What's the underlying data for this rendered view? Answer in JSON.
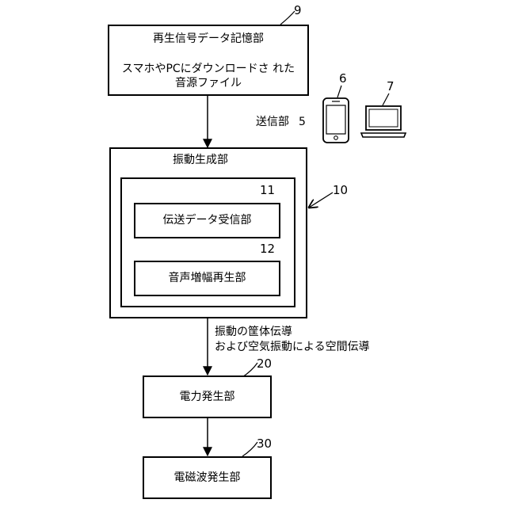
{
  "storage_box": {
    "title": "再生信号データ記憶部",
    "desc_line1": "スマホやPCにダウンロードさ れた",
    "desc_line2": "音源ファイル",
    "ref": "9"
  },
  "transmitter": {
    "label": "送信部",
    "ref": "5",
    "phone_ref": "6",
    "laptop_ref": "7"
  },
  "vibration_unit": {
    "title": "振動生成部",
    "ref": "10",
    "receiver": {
      "label": "伝送データ受信部",
      "ref": "11"
    },
    "amp": {
      "label": "音声増幅再生部",
      "ref": "12"
    }
  },
  "conduction_note": {
    "line1": "振動の筐体伝導",
    "line2": "および空気振動による空間伝導"
  },
  "power_box": {
    "label": "電力発生部",
    "ref": "20"
  },
  "em_box": {
    "label": "電磁波発生部",
    "ref": "30"
  }
}
